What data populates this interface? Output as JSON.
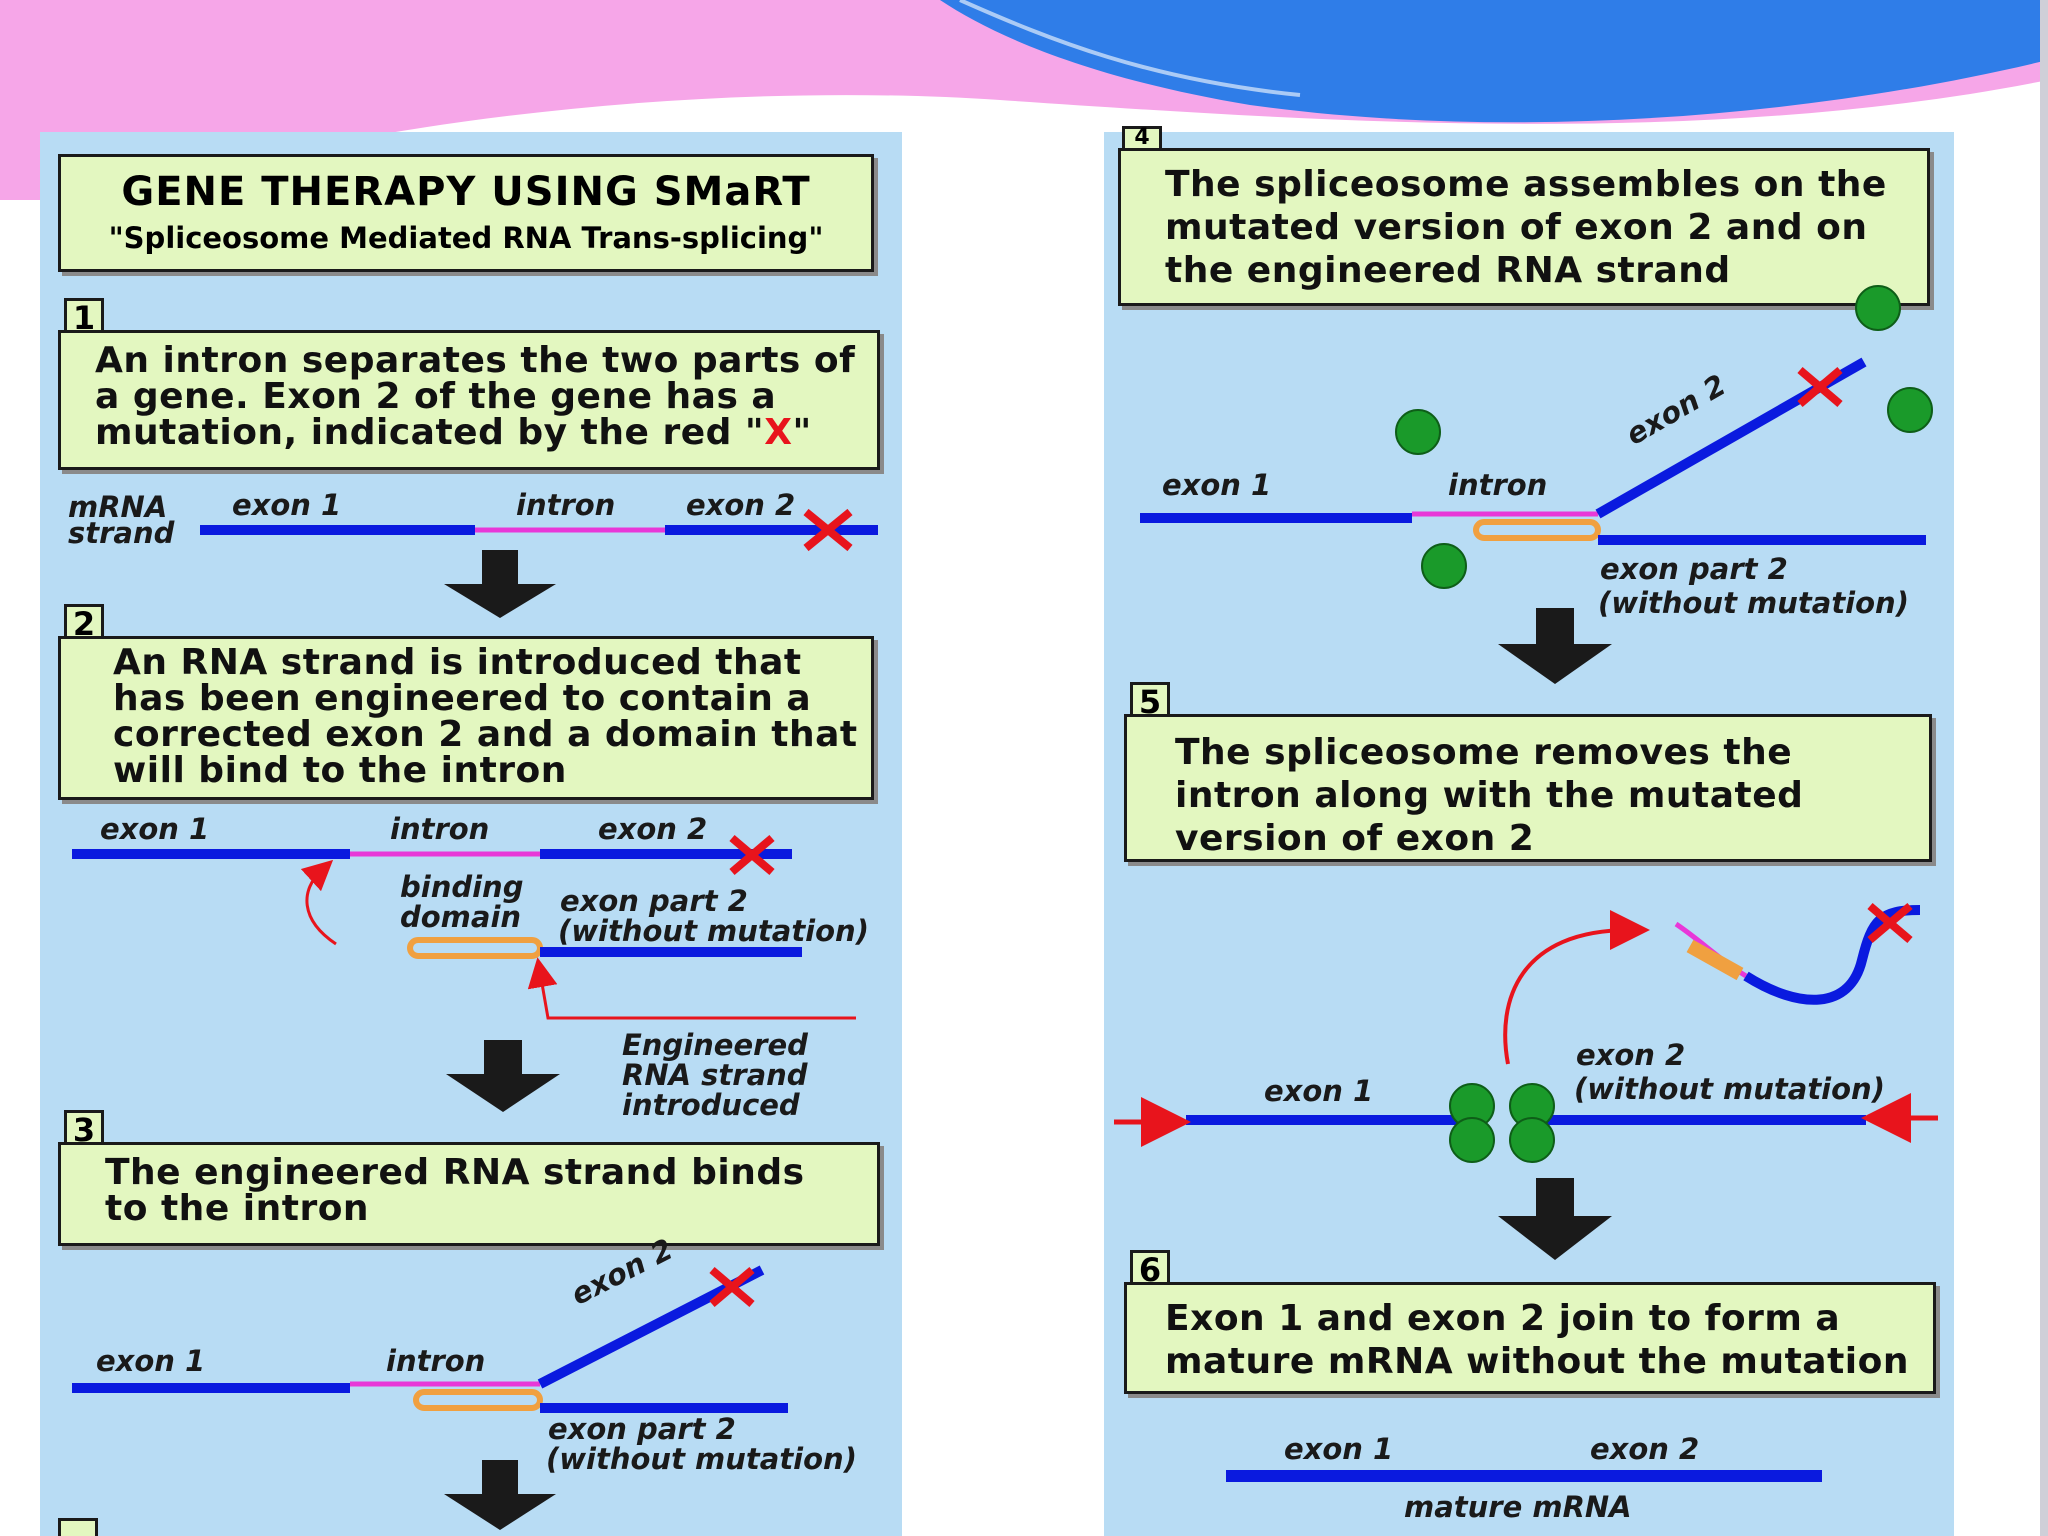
{
  "title": {
    "main": "GENE THERAPY USING SMaRT",
    "subtitle": "\"Spliceosome Mediated RNA Trans-splicing\""
  },
  "steps": [
    {
      "number": "1",
      "text_before_x": "An intron separates the two parts of a gene.  Exon 2 of the gene has a mutation, indicated by the red \"",
      "text_x": "X",
      "text_after_x": "\""
    },
    {
      "number": "2",
      "text": "An RNA strand is introduced that has been engineered to contain a corrected exon 2 and a domain that will bind to the intron"
    },
    {
      "number": "3",
      "text": "The engineered RNA strand binds to the intron"
    },
    {
      "number": "4",
      "text": "The spliceosome assembles on the mutated version of exon 2 and on the engineered RNA strand"
    },
    {
      "number": "5",
      "text": "The spliceosome removes the intron along with the mutated version of exon 2"
    },
    {
      "number": "6",
      "text": "Exon 1 and exon 2 join to form a mature mRNA without the mutation"
    }
  ],
  "labels": {
    "mrna_strand": "mRNA strand",
    "exon1": "exon 1",
    "intron": "intron",
    "exon2": "exon 2",
    "binding_domain": "binding domain",
    "exon_part2": "exon part 2",
    "without_mutation": "(without mutation)",
    "engineered": "Engineered RNA strand introduced",
    "exon2_without": "exon 2",
    "mature_mrna": "mature mRNA"
  },
  "colors": {
    "exon": "#0a1adf",
    "intron": "#e838d8",
    "binding": "#f0a040",
    "mutation": "#e8141c",
    "spliceosome": "#1a9a2a",
    "panel": "#b8dcf4",
    "box": "#e3f7c0",
    "header_pink": "#f6a6e8",
    "header_blue": "#2f7de8"
  }
}
